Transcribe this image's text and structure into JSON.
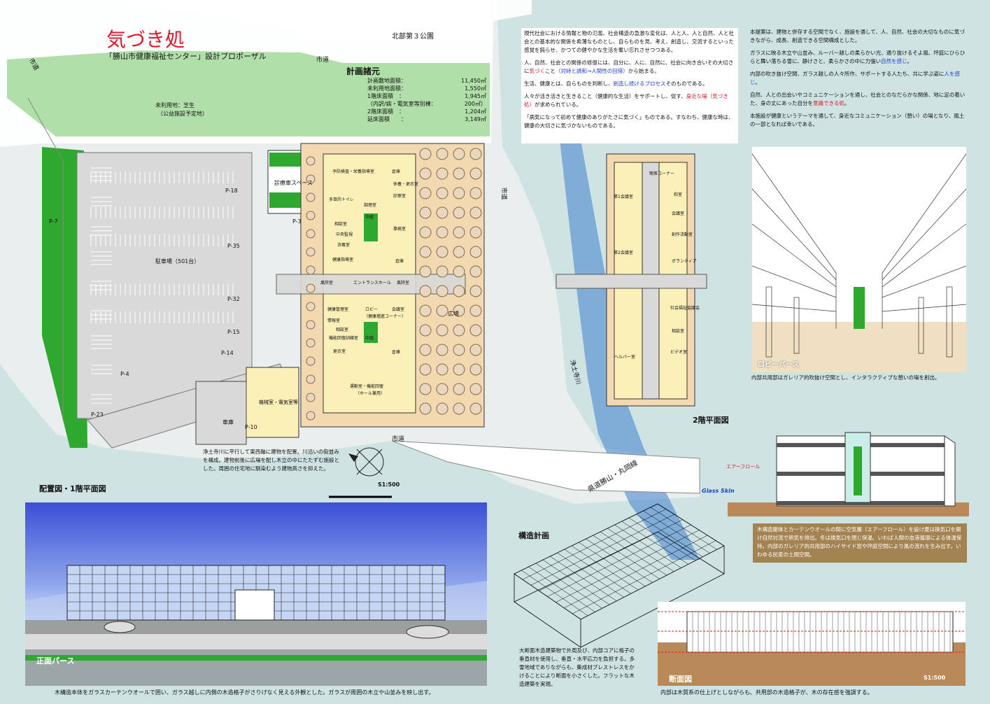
{
  "title": "気づき処",
  "subtitle": "「勝山市健康福祉センター」設計プロポーザル",
  "plan": {
    "heading": "計画諸元",
    "rows": [
      {
        "k": "計画敷地面積：",
        "v": "11,450㎡"
      },
      {
        "k": "未利用地面積：",
        "v": "1,550㎡"
      },
      {
        "k": "1階床面積　：",
        "v": "1,945㎡"
      },
      {
        "k": "（内訳/病・電気室等別棟：",
        "v": "200㎡）"
      },
      {
        "k": "2階床面積　：",
        "v": "1,204㎡"
      },
      {
        "k": "延床面積　　：",
        "v": "3,149㎡"
      }
    ]
  },
  "site": {
    "park": "北部第３公園",
    "road_city_top": "市道",
    "road_city_left": "市道",
    "road_city_right": "市道",
    "road_city_bottom": "市道",
    "road_pref": "県道勝山・丸岡線",
    "river": "浄土寺川",
    "unused": "未利用地：芝生",
    "unused_sub": "（公益施設予定地）",
    "parking": "駐車場（501台）",
    "parking_labels": [
      "P-18",
      "P-7",
      "P-35",
      "P-32",
      "P-15",
      "P-14",
      "P-4",
      "P-23",
      "P-3",
      "P-10"
    ],
    "bus": "診療車スペース",
    "garage": "車庫",
    "annex": "機械室・電気室等",
    "square": "広場"
  },
  "rooms_1f": [
    "予防検査・栄養指導室",
    "倉庫",
    "多目的トイレ",
    "調理室",
    "相談室",
    "休養・更衣室",
    "診察室",
    "事務室",
    "中央監視",
    "消毒室",
    "健康指導室",
    "倉庫",
    "風除室",
    "エントランスホール",
    "風除室",
    "ロビー",
    "会議室",
    "健康管理室",
    "（健康増進コーナー）",
    "相談室",
    "中庭",
    "中庭",
    "情報室",
    "更衣室",
    "倉庫",
    "機能回復訓練室",
    "運動室・機能回復",
    "（ホール兼用）"
  ],
  "rooms_2f": [
    "喫茶コーナー",
    "第1会議室",
    "和室",
    "第2会議室",
    "会議室",
    "創作活動室",
    "ボランティア",
    "社会福祉協議会",
    "相談室",
    "ヘルパー室",
    "ビデオ室"
  ],
  "captions": {
    "site_plan": "配置図・1階平面図",
    "site_scale": "S1:500",
    "floor2": "2階平面図",
    "structure": "構造計画",
    "front_perspective": "正面パース",
    "lobby_perspective": "ロビーパース",
    "section": "断面図",
    "section_scale": "S1:500",
    "glass_skin": "Glass Skin",
    "airflow": "エアーフロール"
  },
  "texts": {
    "site_note": "浄土寺川に平行して東西軸に建物を配置。川沿いの街並みを構成。建物前後に広場を配し木立の中にたたずむ施設とした。周囲の住宅地に馴染むよう建物高さを抑えた。",
    "front_note": "木構造本体をガラスカーテンウオールで囲い、ガラス越しに内側の木造格子がさりげなく見える外観とした。ガラスが周囲の木立や山並みを映し出す。",
    "structure_note": "大断面木造建築物で外周及び、内部コアに格子の垂直材を使用し、垂直・水平応力を負担する。多雪地域でありながらも、集成材プレストレスをかけることにより断面を小さくした。フラットな木造建築を実現。",
    "lobby_note": "内部共用部はガレリア的吹抜け空間とし、インタラクティブな憩いの場を創出。",
    "section_note": "木構造躯体とカーテンウオールの間に空気層（エアーフロール）を設け夏は換気口を開け自然対流で熱気を排出。冬は換気口を閉じ保温。いわば人間の血液循環による体温保持。内部のガレリア的共用部のハイサイド窓や坪庭空間により風の流れを生み出す。いわゆる民家の土間空間。",
    "section_bottom": "内部は木質系の仕上げとしながらも、共用部の木造格子が、木の存在感を強調する。"
  },
  "concept_left": {
    "p1": "現代社会における情報と物の氾濫、社会構造の急激な変化は、人と人、人と自然、人と社会との基本的な関係を希薄なものとし、自らものを見、考え、創造し、交流するといった感覚を鈍らせ、かつての健やかな生活を奪い忘れさせつつある。",
    "p2a": "人、自然、社会との関係の修復には、自分に、人に、自然に、社会に向き合いその大切さに",
    "p2r": "気づく",
    "p2b": "こと",
    "p2blue": "（対峙と調和→人間性の回帰）",
    "p2c": "から始まる。",
    "p3a": "生活、健康とは、自らものを判断し、",
    "p3blue": "創造し続けるプロセス",
    "p3b": "そのものである。",
    "p4a": "人々が活き活きと生きること（健康的な生活）をサポートし、促す、",
    "p4r": "身近な場（気づき処）",
    "p4b": "が求められている。",
    "p5": "「病気になって初めて健康のありがたさに気づく」ものである。すなわち、健康な時は、健康の大切さに気づかないものである。"
  },
  "concept_right": {
    "p1": "本提案は、建物と併存する空間でなく、施設を通して、人、自然、社会の大切なものに気づきながら、成長、創造できる空間構成とした。",
    "p2a": "ガラスに映る木立や山並み、ルーバー越しの柔らかい光、通り抜けるそよ風、坪庭にひらひらと舞い落ちる雪に、静けさと、柔らかさの中に力強い",
    "p2blue": "自然を感じ",
    "p2b": "。",
    "p3a": "内部の吹き抜け空間、ガラス越しの人々所作、サポートする人たち、共に学ぶ姿に",
    "p3blue": "人を感じ",
    "p3b": "。",
    "p4a": "自然、人との出会いやコミュニケーションを通し、社会とのなだらかな関係、地に足の着いた、身の丈にあった自分を",
    "p4r": "意識できる処",
    "p4b": "。",
    "p5": "本施設が健康というテーマを通して、身近なコミュニケーション（憩い）の場となり、風土の一部となれば幸いである。"
  },
  "colors": {
    "background": "#cfe3e3",
    "title_red": "#e0182a",
    "lawn": "#2fa82f",
    "lightgreen": "#a9dca0",
    "building": "#fbf0b8",
    "sand": "#f3d9b0",
    "river": "#3f7fd0",
    "sky": "#3b4fd6"
  }
}
